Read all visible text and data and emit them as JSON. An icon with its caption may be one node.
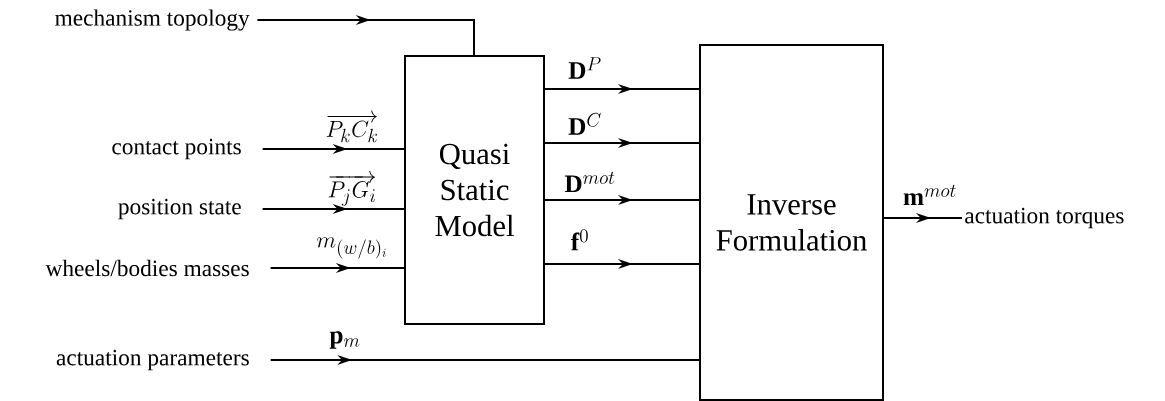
{
  "diagram": {
    "nodes": [
      {
        "text": [
          "mechanism topology"
        ]
      },
      {
        "text": [
          "contact points"
        ]
      },
      {
        "text": [
          "position state"
        ]
      },
      {
        "text": [
          "wheels/bodies masses"
        ]
      },
      {
        "text": [
          "actuation parameters"
        ]
      },
      {
        "text": [
          "Quasi Static Model"
        ]
      },
      {
        "text": [
          "Inverse Formulation"
        ]
      },
      {
        "text": [
          "actuation torques"
        ]
      }
    ],
    "edges": [
      {
        "from": 0,
        "to": 5,
        "arrow": "to"
      },
      {
        "from": 1,
        "to": 5,
        "arrow": "to",
        "label": "\\overrightarrow{P_kC_k}"
      },
      {
        "from": 2,
        "to": 5,
        "arrow": "to",
        "label": "\\overrightarrow{P_jG_i}"
      },
      {
        "from": 3,
        "to": 5,
        "arrow": "to",
        "label": "m_{(w/b)_i}"
      },
      {
        "from": 4,
        "to": 6,
        "arrow": "to",
        "label": "\\mathbf{p}_{m}"
      },
      {
        "from": 5,
        "to": 6,
        "arrow": "to",
        "label": "\\mathbf{D}^{P}"
      },
      {
        "from": 5,
        "to": 6,
        "arrow": "to",
        "label": "\\mathbf{D}^{C}"
      },
      {
        "from": 5,
        "to": 6,
        "arrow": "to",
        "label": "\\mathbf{D}^{mot}"
      },
      {
        "from": 5,
        "to": 6,
        "arrow": "to",
        "label": "\\mathbf{f}^{0}"
      },
      {
        "from": 6,
        "to": 7,
        "arrow": "to",
        "label": "\\mathbf{m}^{mot}"
      }
    ]
  }
}
